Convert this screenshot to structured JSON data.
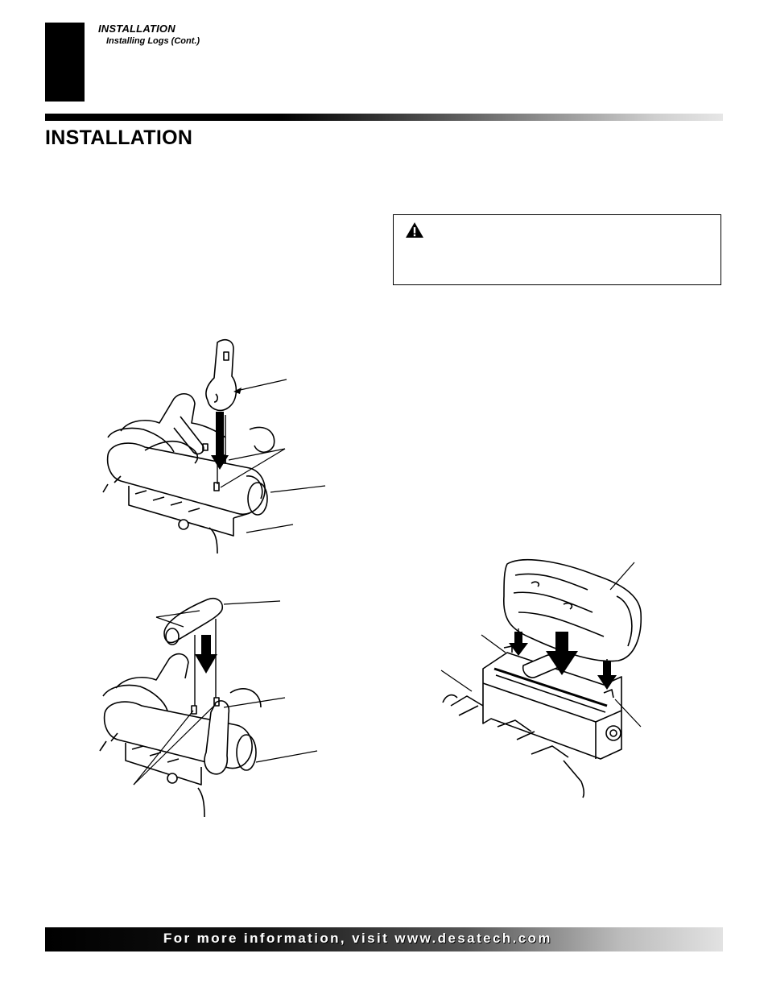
{
  "header": {
    "section": "INSTALLATION",
    "subsection": "Installing Logs (Cont.)"
  },
  "page_title": "INSTALLATION",
  "warning": {
    "icon": "warning-triangle-icon"
  },
  "footer": {
    "text": "For more information, visit www.desatech.com"
  },
  "colors": {
    "ink": "#000000",
    "paper": "#ffffff",
    "footer_text": "#ffffff"
  }
}
